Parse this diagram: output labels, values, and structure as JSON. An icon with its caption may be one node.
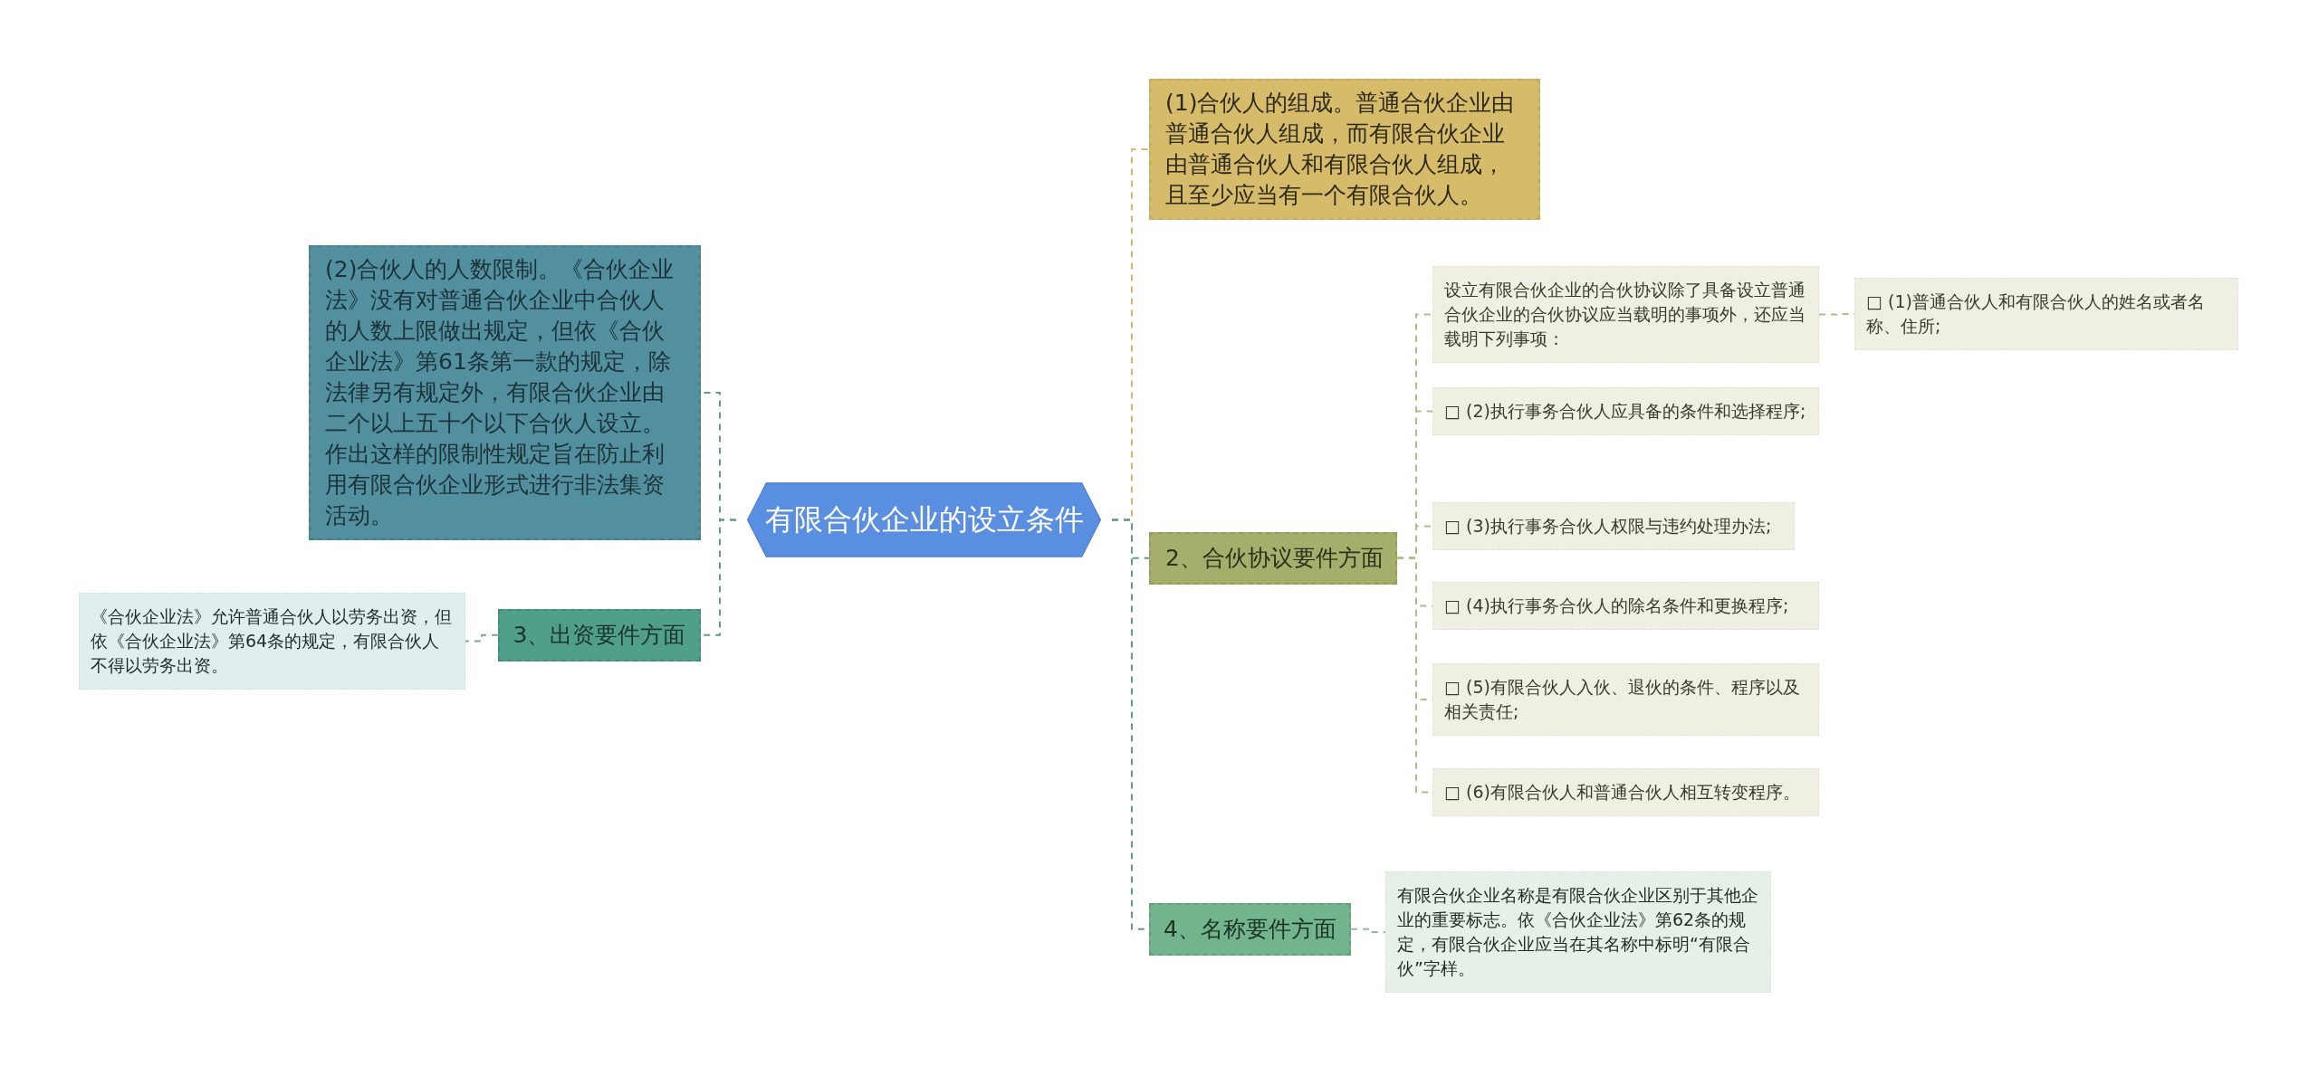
{
  "diagram": {
    "nodes": [
      {
        "text": [
          "有限合伙企业的设立条件"
        ]
      },
      {
        "text": [
          "(1)合伙人的组成。普通合伙企业由普通合伙人组成，而有限合伙企业由普通合伙人和有限合伙人组成，且至少应当有一个有限合伙人。"
        ]
      },
      {
        "text": [
          "(2)合伙人的人数限制。《合伙企业法》没有对普通合伙企业中合伙人的人数上限做出规定，但依《合伙企业法》第61条第一款的规定，除法律另有规定外，有限合伙企业由二个以上五十个以下合伙人设立。作出这样的限制性规定旨在防止利用有限合伙企业形式进行非法集资活动。"
        ]
      },
      {
        "text": [
          "2、合伙协议要件方面"
        ]
      },
      {
        "text": [
          "设立有限合伙企业的合伙协议除了具备设立普通合伙企业的合伙协议应当载明的事项外，还应当载明下列事项："
        ]
      },
      {
        "text": [
          "□ (1)普通合伙人和有限合伙人的姓名或者名称、住所;"
        ]
      },
      {
        "text": [
          "□ (2)执行事务合伙人应具备的条件和选择程序;"
        ]
      },
      {
        "text": [
          "□ (3)执行事务合伙人权限与违约处理办法;"
        ]
      },
      {
        "text": [
          "□ (4)执行事务合伙人的除名条件和更换程序;"
        ]
      },
      {
        "text": [
          "□ (5)有限合伙人入伙、退伙的条件、程序以及相关责任;"
        ]
      },
      {
        "text": [
          "□ (6)有限合伙人和普通合伙人相互转变程序。"
        ]
      },
      {
        "text": [
          "3、出资要件方面"
        ]
      },
      {
        "text": [
          "《合伙企业法》允许普通合伙人以劳务出资，但依《合伙企业法》第64条的规定，有限合伙人不得以劳务出资。"
        ]
      },
      {
        "text": [
          "4、名称要件方面"
        ]
      },
      {
        "text": [
          "有限合伙企业名称是有限合伙企业区别于其他企业的重要标志。依《合伙企业法》第62条的规定，有限合伙企业应当在其名称中标明“有限合伙”字样。"
        ]
      }
    ],
    "edges": [
      {
        "from": 0,
        "to": 1,
        "arrow": "none",
        "color": "#d4b96a"
      },
      {
        "from": 0,
        "to": 3,
        "arrow": "none"
      },
      {
        "from": 0,
        "to": 13,
        "arrow": "none"
      },
      {
        "from": 0,
        "to": 2,
        "arrow": "none"
      },
      {
        "from": 0,
        "to": 11,
        "arrow": "none"
      },
      {
        "from": 3,
        "to": 4,
        "arrow": "none",
        "color": "#b5b98a"
      },
      {
        "from": 4,
        "to": 5,
        "arrow": "none",
        "color": "#b5b98a"
      },
      {
        "from": 3,
        "to": 6,
        "arrow": "none",
        "color": "#b5b98a"
      },
      {
        "from": 3,
        "to": 7,
        "arrow": "none",
        "color": "#b5b98a"
      },
      {
        "from": 3,
        "to": 8,
        "arrow": "none",
        "color": "#b5b98a"
      },
      {
        "from": 3,
        "to": 9,
        "arrow": "none",
        "color": "#b5b98a"
      },
      {
        "from": 3,
        "to": 10,
        "arrow": "none",
        "color": "#b5b98a"
      },
      {
        "from": 11,
        "to": 12,
        "arrow": "none",
        "color": "#7fa8a0"
      },
      {
        "from": 13,
        "to": 14,
        "arrow": "none",
        "color": "#8fb89e"
      }
    ]
  }
}
